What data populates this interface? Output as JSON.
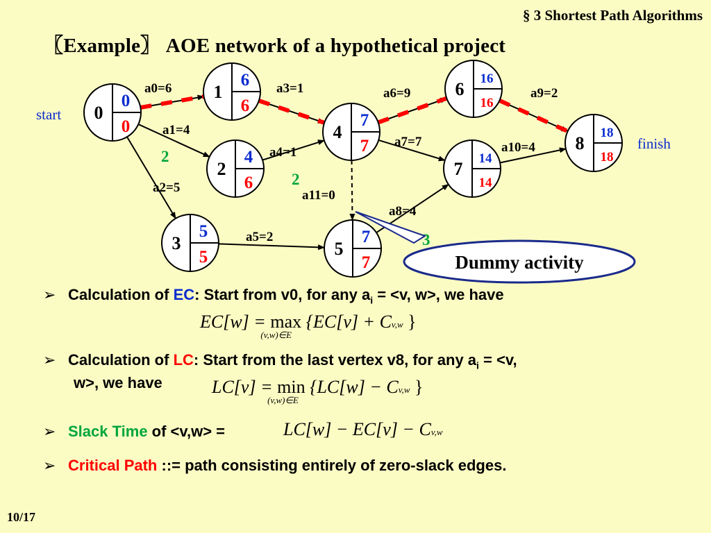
{
  "header": "§ 3  Shortest Path Algorithms",
  "title": "〖Example〗  AOE network of a hypothetical project",
  "page_number": "10/17",
  "colors": {
    "background": "#fbfbc4",
    "ec": "#0a2ccf",
    "lc": "#ff0000",
    "slack": "#00a63c",
    "critical": "#ff0000"
  },
  "network": {
    "start_label": "start",
    "finish_label": "finish",
    "nodes": [
      {
        "id": "0",
        "ec": "0",
        "lc": "0"
      },
      {
        "id": "1",
        "ec": "6",
        "lc": "6"
      },
      {
        "id": "2",
        "ec": "4",
        "lc": "6"
      },
      {
        "id": "3",
        "ec": "5",
        "lc": "5"
      },
      {
        "id": "4",
        "ec": "7",
        "lc": "7"
      },
      {
        "id": "5",
        "ec": "7",
        "lc": "7"
      },
      {
        "id": "6",
        "ec": "16",
        "lc": "16"
      },
      {
        "id": "7",
        "ec": "14",
        "lc": "14"
      },
      {
        "id": "8",
        "ec": "18",
        "lc": "18"
      }
    ],
    "edges": [
      {
        "from": "0",
        "to": "1",
        "label": "a0=6",
        "critical": true
      },
      {
        "from": "0",
        "to": "2",
        "label": "a1=4",
        "critical": false
      },
      {
        "from": "0",
        "to": "3",
        "label": "a2=5",
        "critical": false
      },
      {
        "from": "1",
        "to": "4",
        "label": "a3=1",
        "critical": true
      },
      {
        "from": "2",
        "to": "4",
        "label": "a4=1",
        "critical": false
      },
      {
        "from": "3",
        "to": "5",
        "label": "a5=2",
        "critical": false
      },
      {
        "from": "4",
        "to": "6",
        "label": "a6=9",
        "critical": true
      },
      {
        "from": "4",
        "to": "7",
        "label": "a7=7",
        "critical": false
      },
      {
        "from": "5",
        "to": "7",
        "label": "a8=4",
        "critical": false
      },
      {
        "from": "6",
        "to": "8",
        "label": "a9=2",
        "critical": true
      },
      {
        "from": "7",
        "to": "8",
        "label": "a10=4",
        "critical": false
      },
      {
        "from": "4",
        "to": "5",
        "label": "a11=0",
        "critical": false,
        "dummy": true
      }
    ],
    "slacks": [
      "2",
      "2",
      "3"
    ],
    "callout": "Dummy activity"
  },
  "bullets": {
    "ec": {
      "prefix": "Calculation of ",
      "term": "EC",
      "text1": ":  Start from v0, for any a",
      "sub": "i",
      "text2": " = <v, w>, we have"
    },
    "ec_formula": {
      "lhs": "EC[w] =",
      "op": "max",
      "under": "(v,w)∈E",
      "rhs": "{EC[v] + C",
      "rhs_sub": "v,w",
      "close": "}"
    },
    "lc": {
      "prefix": "Calculation of ",
      "term": "LC",
      "text1": ":  Start from the last vertex v8, for any a",
      "sub": "i",
      "text2": " = <v,",
      "line2": "w>, we have"
    },
    "lc_formula": {
      "lhs": "LC[v] =",
      "op": "min",
      "under": "(v,w)∈E",
      "rhs": "{LC[w] − C",
      "rhs_sub": "v,w",
      "close": "}"
    },
    "slack": {
      "term": "Slack Time",
      "text": " of <v,w> ="
    },
    "slack_formula": {
      "expr": "LC[w] − EC[v] − C",
      "sub": "v,w"
    },
    "critical": {
      "term": "Critical Path",
      "text": " ::= path consisting entirely of zero-slack edges."
    }
  }
}
